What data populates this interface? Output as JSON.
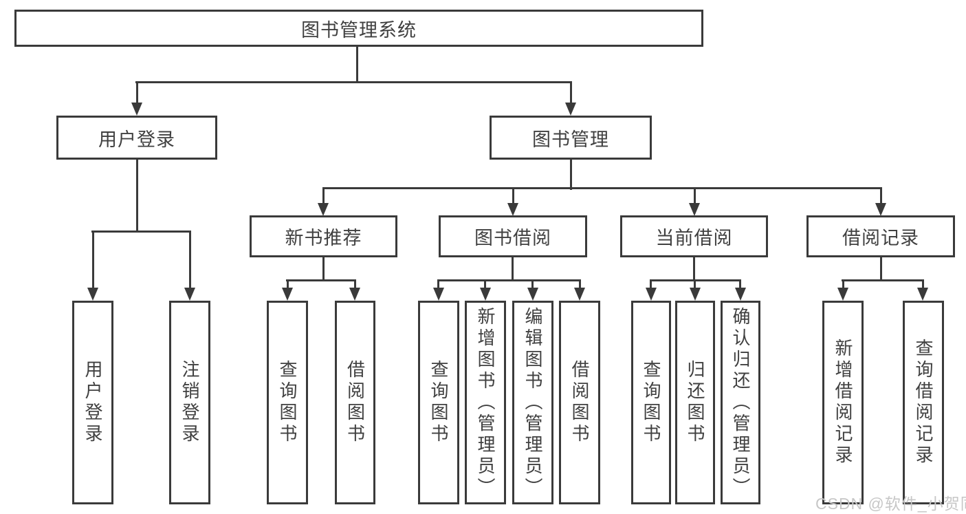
{
  "tree": {
    "root": {
      "label": "图书管理系统"
    },
    "branches": [
      {
        "label": "用户登录",
        "children": [
          {
            "label": "用户登录"
          },
          {
            "label": "注销登录"
          }
        ]
      },
      {
        "label": "图书管理",
        "children": [
          {
            "label": "新书推荐",
            "children": [
              {
                "label": "查询图书"
              },
              {
                "label": "借阅图书"
              }
            ]
          },
          {
            "label": "图书借阅",
            "children": [
              {
                "label": "查询图书"
              },
              {
                "label": "新增图书（管理员）"
              },
              {
                "label": "编辑图书（管理员）"
              },
              {
                "label": "借阅图书"
              }
            ]
          },
          {
            "label": "当前借阅",
            "children": [
              {
                "label": "查询图书"
              },
              {
                "label": "归还图书"
              },
              {
                "label": "确认归还（管理员）"
              }
            ]
          },
          {
            "label": "借阅记录",
            "children": [
              {
                "label": "新增借阅记录"
              },
              {
                "label": "查询借阅记录"
              }
            ]
          }
        ]
      }
    ]
  },
  "watermark": {
    "text": "CSDN @软件_小贺同学"
  },
  "colors": {
    "line": "#3a3a3a",
    "text": "#404040",
    "watermark": "#c7c7c7",
    "background": "#ffffff"
  }
}
